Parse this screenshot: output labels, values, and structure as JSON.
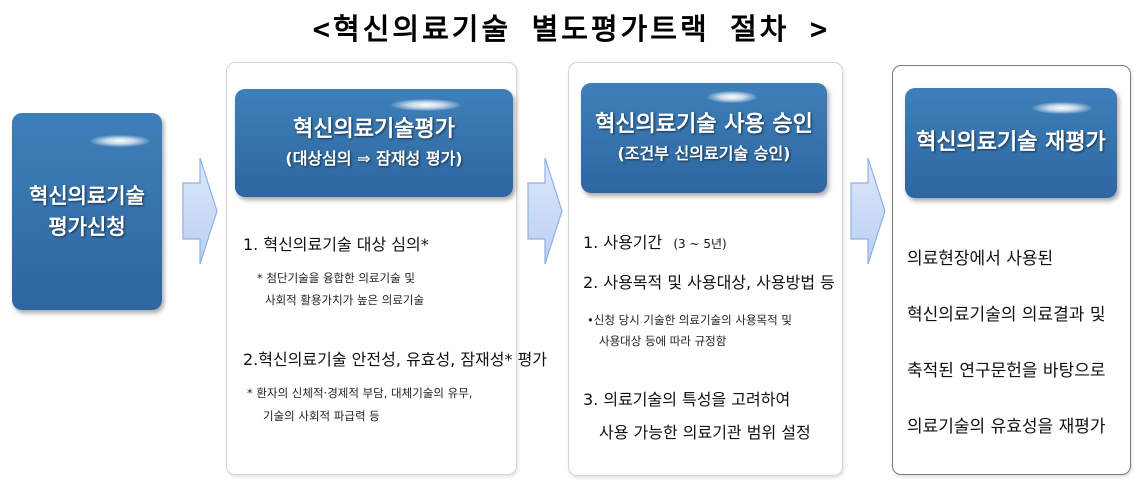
{
  "title": "<혁신의료기술 별도평가트랙 절차 >",
  "colors": {
    "header_blue": "#3572ab",
    "arrow_fill": "#c9dbf7",
    "arrow_stroke": "#8fb0e0",
    "panel_border": "#d6d6d6",
    "panel_border_dark": "#7a7a7a"
  },
  "start_box": {
    "line1": "혁신의료기술",
    "line2": "평가신청"
  },
  "arrows": [
    "arrow-right-icon",
    "arrow-right-icon",
    "arrow-right-icon"
  ],
  "panels": [
    {
      "header_main": "혁신의료기술평가",
      "header_sub": "(대상심의 ⇒ 잠재성 평가)",
      "items": [
        {
          "main": "1. 혁신의료기술 대상 심의*",
          "note_line1": "* 첨단기술을 융합한 의료기술 및",
          "note_line2": "사회적 활용가치가 높은 의료기술"
        },
        {
          "main": "2.혁신의료기술 안전성, 유효성, 잠재성* 평가",
          "note_line1": "*  환자의 신체적·경제적 부담,  대체기술의 유무,",
          "note_line2": "기술의 사회적 파급력 등"
        }
      ]
    },
    {
      "header_main": "혁신의료기술 사용 승인",
      "header_sub": "(조건부 신의료기술 승인)",
      "items": [
        {
          "main": "1. 사용기간",
          "main_suffix": "(3 ~ 5년)"
        },
        {
          "main": "2. 사용목적 및 사용대상, 사용방법 등",
          "note_line1": "•신청 당시 기술한 의료기술의 사용목적 및",
          "note_line2": "사용대상 등에 따라 규정함"
        },
        {
          "main": "3. 의료기술의 특성을 고려하여",
          "main_line2": "사용 가능한 의료기관 범위 설정"
        }
      ]
    },
    {
      "header_main": "혁신의료기술 재평가",
      "lines": [
        "의료현장에서 사용된",
        "혁신의료기술의 의료결과 및",
        "축적된 연구문헌을 바탕으로",
        "의료기술의 유효성을 재평가"
      ]
    }
  ]
}
